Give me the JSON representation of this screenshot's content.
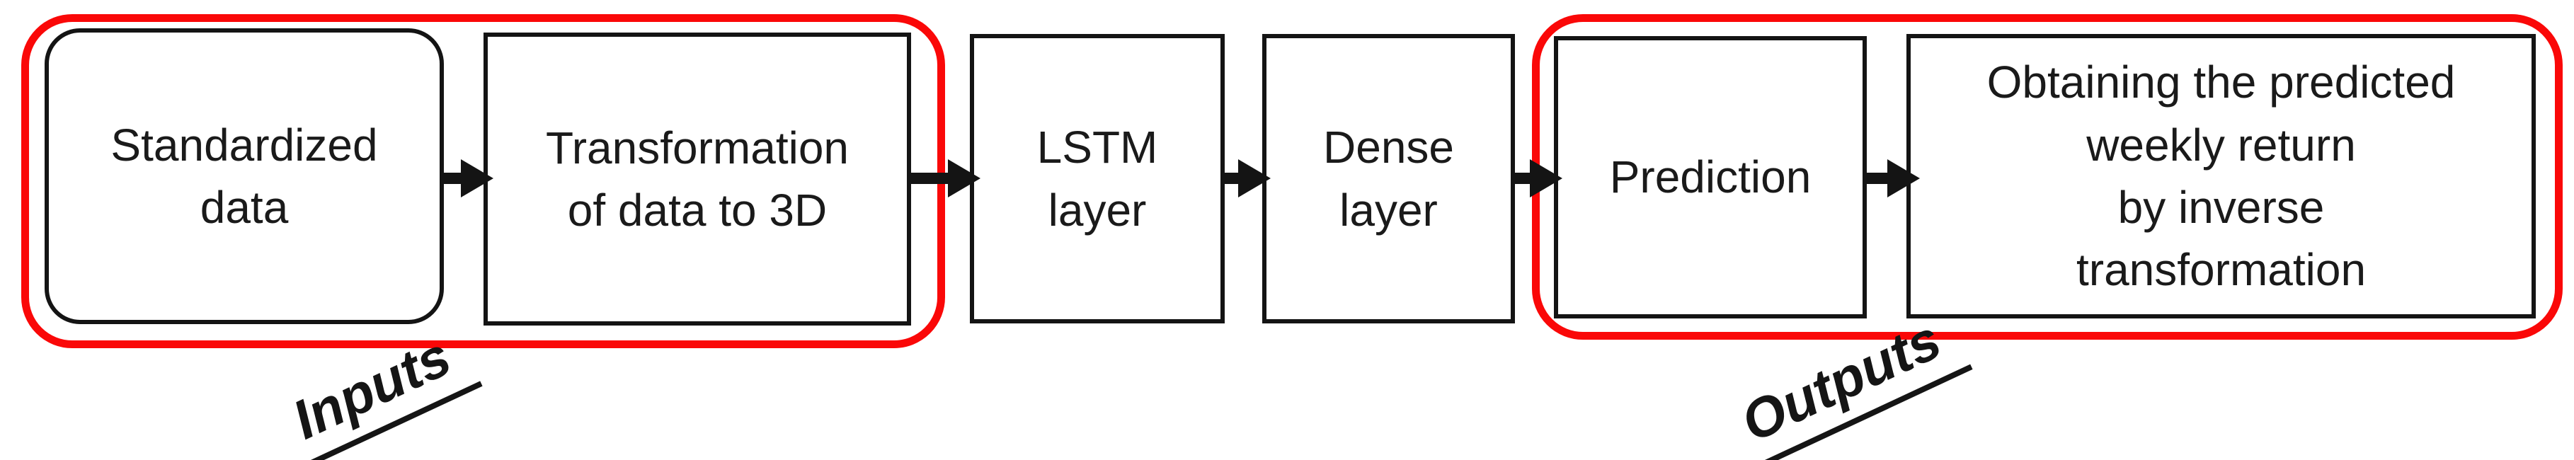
{
  "figure": {
    "type": "flow-diagram",
    "background_color": "#ffffff",
    "box_border_color": "#141414",
    "text_color": "#1a1a1a",
    "group_outline_color": "#fa0808",
    "nodes": [
      {
        "id": "standardized-data",
        "label": "Standardized\ndata",
        "shape": "rounded-rectangle",
        "group": "inputs"
      },
      {
        "id": "transform-to-3d",
        "label": "Transformation\nof data to 3D",
        "shape": "rectangle",
        "group": "inputs"
      },
      {
        "id": "lstm-layer",
        "label": "LSTM\nlayer",
        "shape": "rectangle",
        "group": ""
      },
      {
        "id": "dense-layer",
        "label": "Dense\nlayer",
        "shape": "rectangle",
        "group": ""
      },
      {
        "id": "prediction",
        "label": "Prediction",
        "shape": "rectangle",
        "group": "outputs"
      },
      {
        "id": "inverse-transform",
        "label": "Obtaining the predicted\nweekly return\nby inverse\ntransformation",
        "shape": "rectangle",
        "group": "outputs"
      }
    ],
    "edges": [
      {
        "from": "standardized-data",
        "to": "transform-to-3d"
      },
      {
        "from": "transform-to-3d",
        "to": "lstm-layer"
      },
      {
        "from": "lstm-layer",
        "to": "dense-layer"
      },
      {
        "from": "dense-layer",
        "to": "prediction"
      },
      {
        "from": "prediction",
        "to": "inverse-transform"
      }
    ],
    "groups": {
      "inputs": {
        "label": "Inputs"
      },
      "outputs": {
        "label": "Outputs"
      }
    }
  }
}
